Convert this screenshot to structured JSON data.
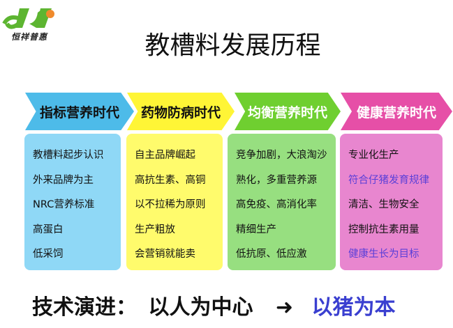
{
  "logo": {
    "text": "恒祥普惠"
  },
  "title": "教槽料发展历程",
  "colors": {
    "blue": "#4dbbe9",
    "yellow": "#fff536",
    "green": "#6fcf30",
    "pink": "#e64fa7",
    "blue_box": "#8fd8f6",
    "yellow_box": "#fffb6c",
    "green_box": "#97df80",
    "pink_box": "#e886cf",
    "highlight": "#5a3fd8"
  },
  "stages": [
    {
      "label": "指标营养时代",
      "items": [
        "教槽料起步认识",
        "外来品牌为主",
        "NRC营养标准",
        "高蛋白",
        "低采饲"
      ]
    },
    {
      "label": "药物防病时代",
      "items": [
        "自主品牌崛起",
        "高抗生素、高铜",
        "以不拉稀为原则",
        "生产粗放",
        "会营销就能卖"
      ]
    },
    {
      "label": "均衡营养时代",
      "items": [
        "竞争加剧，大浪淘沙",
        "熟化，多重营养源",
        "高免疫、高消化率",
        "精细生产",
        "低抗原、低应激"
      ]
    },
    {
      "label": "健康营养时代",
      "items": [
        "专业化生产",
        "符合仔猪发育规律",
        "清洁、生物安全",
        "控制抗生素用量",
        "健康生长为目标"
      ]
    }
  ],
  "bottom": {
    "prefix": "技术演进：",
    "from": "以人为中心",
    "arrow": "➜",
    "to": "以猪为本"
  }
}
